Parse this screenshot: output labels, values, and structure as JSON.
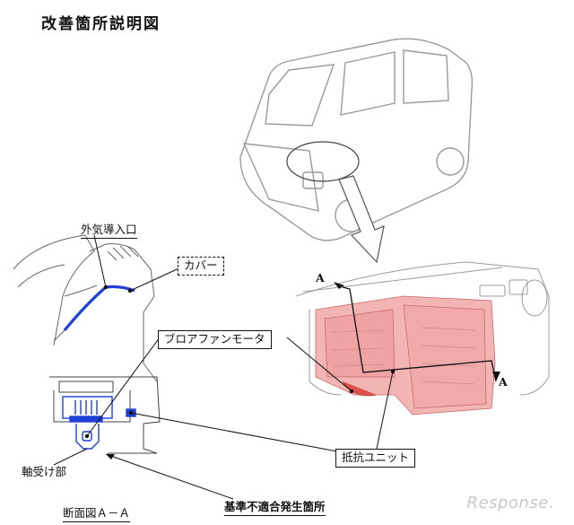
{
  "title": "改善箇所説明図",
  "labels": {
    "outside_air_inlet": "外気導入口",
    "cover": "カバー",
    "blower_fan_motor": "ブロアファンモータ",
    "resistor_unit": "抵抗ユニット",
    "bearing": "軸受け部",
    "section_view": "断面図Ａ－Ａ",
    "nonconformity_location": "基準不適合発生箇所",
    "section_marker_a_top": "A",
    "section_marker_a_bottom": "A"
  },
  "watermark": "Response.",
  "colors": {
    "highlight_blue": "#1f3fd8",
    "unit_pink": "#f3b4b4",
    "unit_red": "#e0504a",
    "line_gray": "#9a9a9a"
  }
}
